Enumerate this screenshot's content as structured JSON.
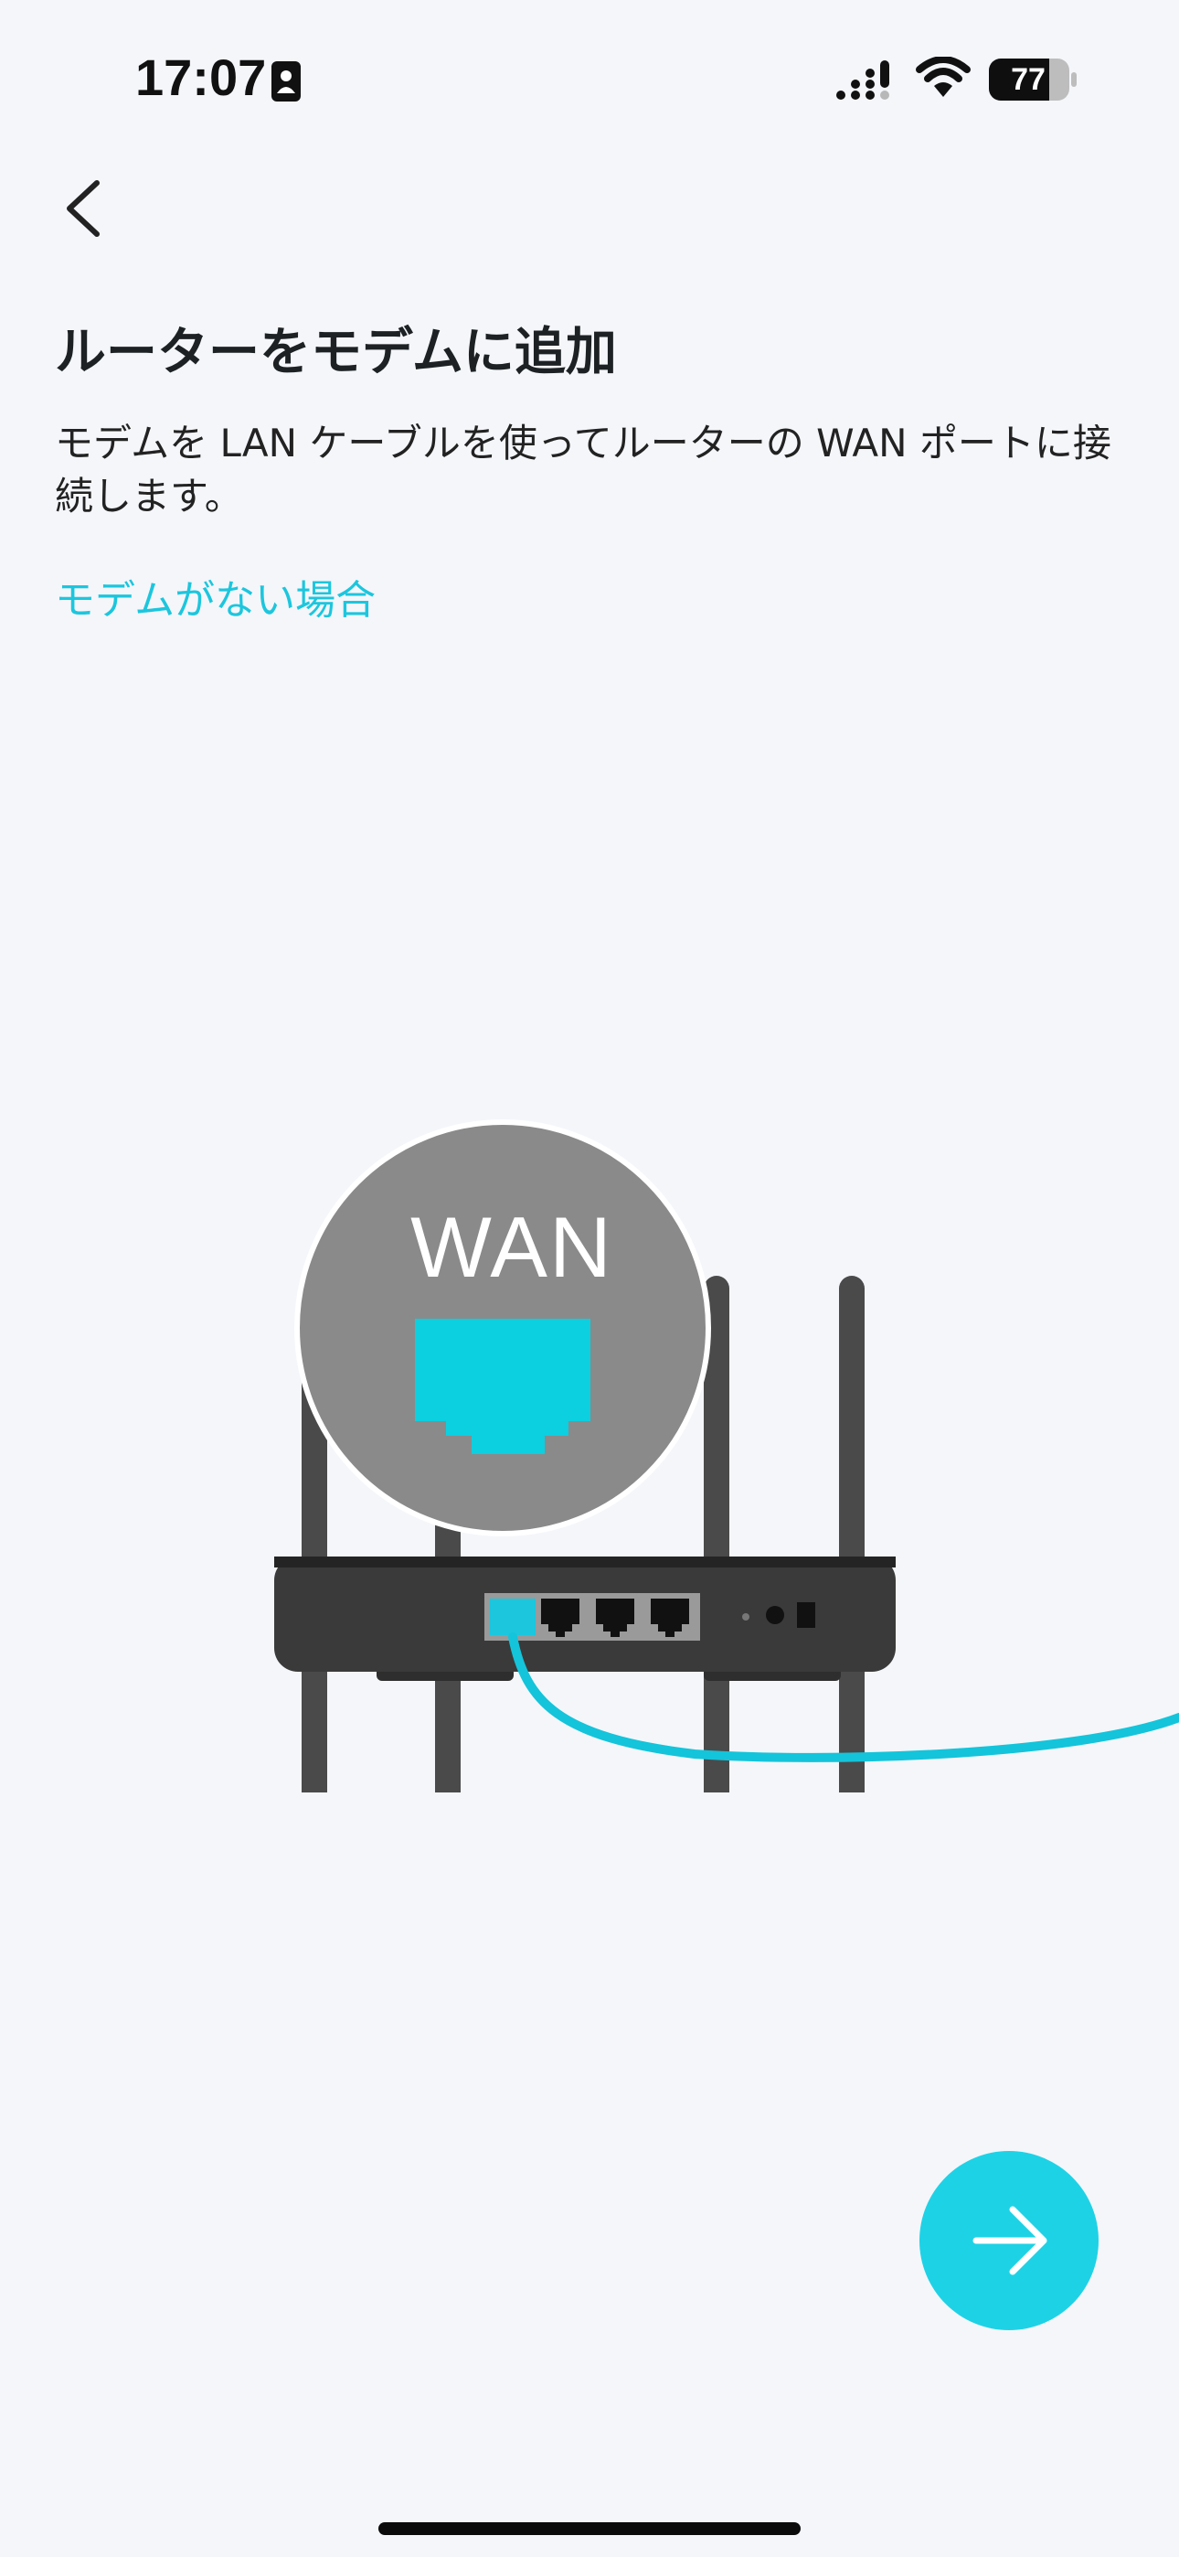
{
  "status_bar": {
    "time": "17:07",
    "battery_level": "77",
    "icons": [
      "id-card-icon",
      "cellular-signal-icon",
      "wifi-icon",
      "battery-icon"
    ]
  },
  "header": {
    "back_icon": "chevron-left-icon"
  },
  "main": {
    "title": "ルーターをモデムに追加",
    "description": "モデムを LAN ケーブルを使ってルーターの WAN ポートに接続します。",
    "no_modem_link": "モデムがない場合",
    "illustration": {
      "port_label": "WAN",
      "icons": [
        "router-illustration",
        "ethernet-port-icon",
        "ethernet-cable"
      ]
    }
  },
  "footer": {
    "next_icon": "arrow-right-icon"
  },
  "colors": {
    "background": "#f4f6fa",
    "accent": "#1ed2e6",
    "link": "#1cc6dd",
    "router_body": "#3a3a3a",
    "zoom_circle": "#8a8a8a"
  }
}
